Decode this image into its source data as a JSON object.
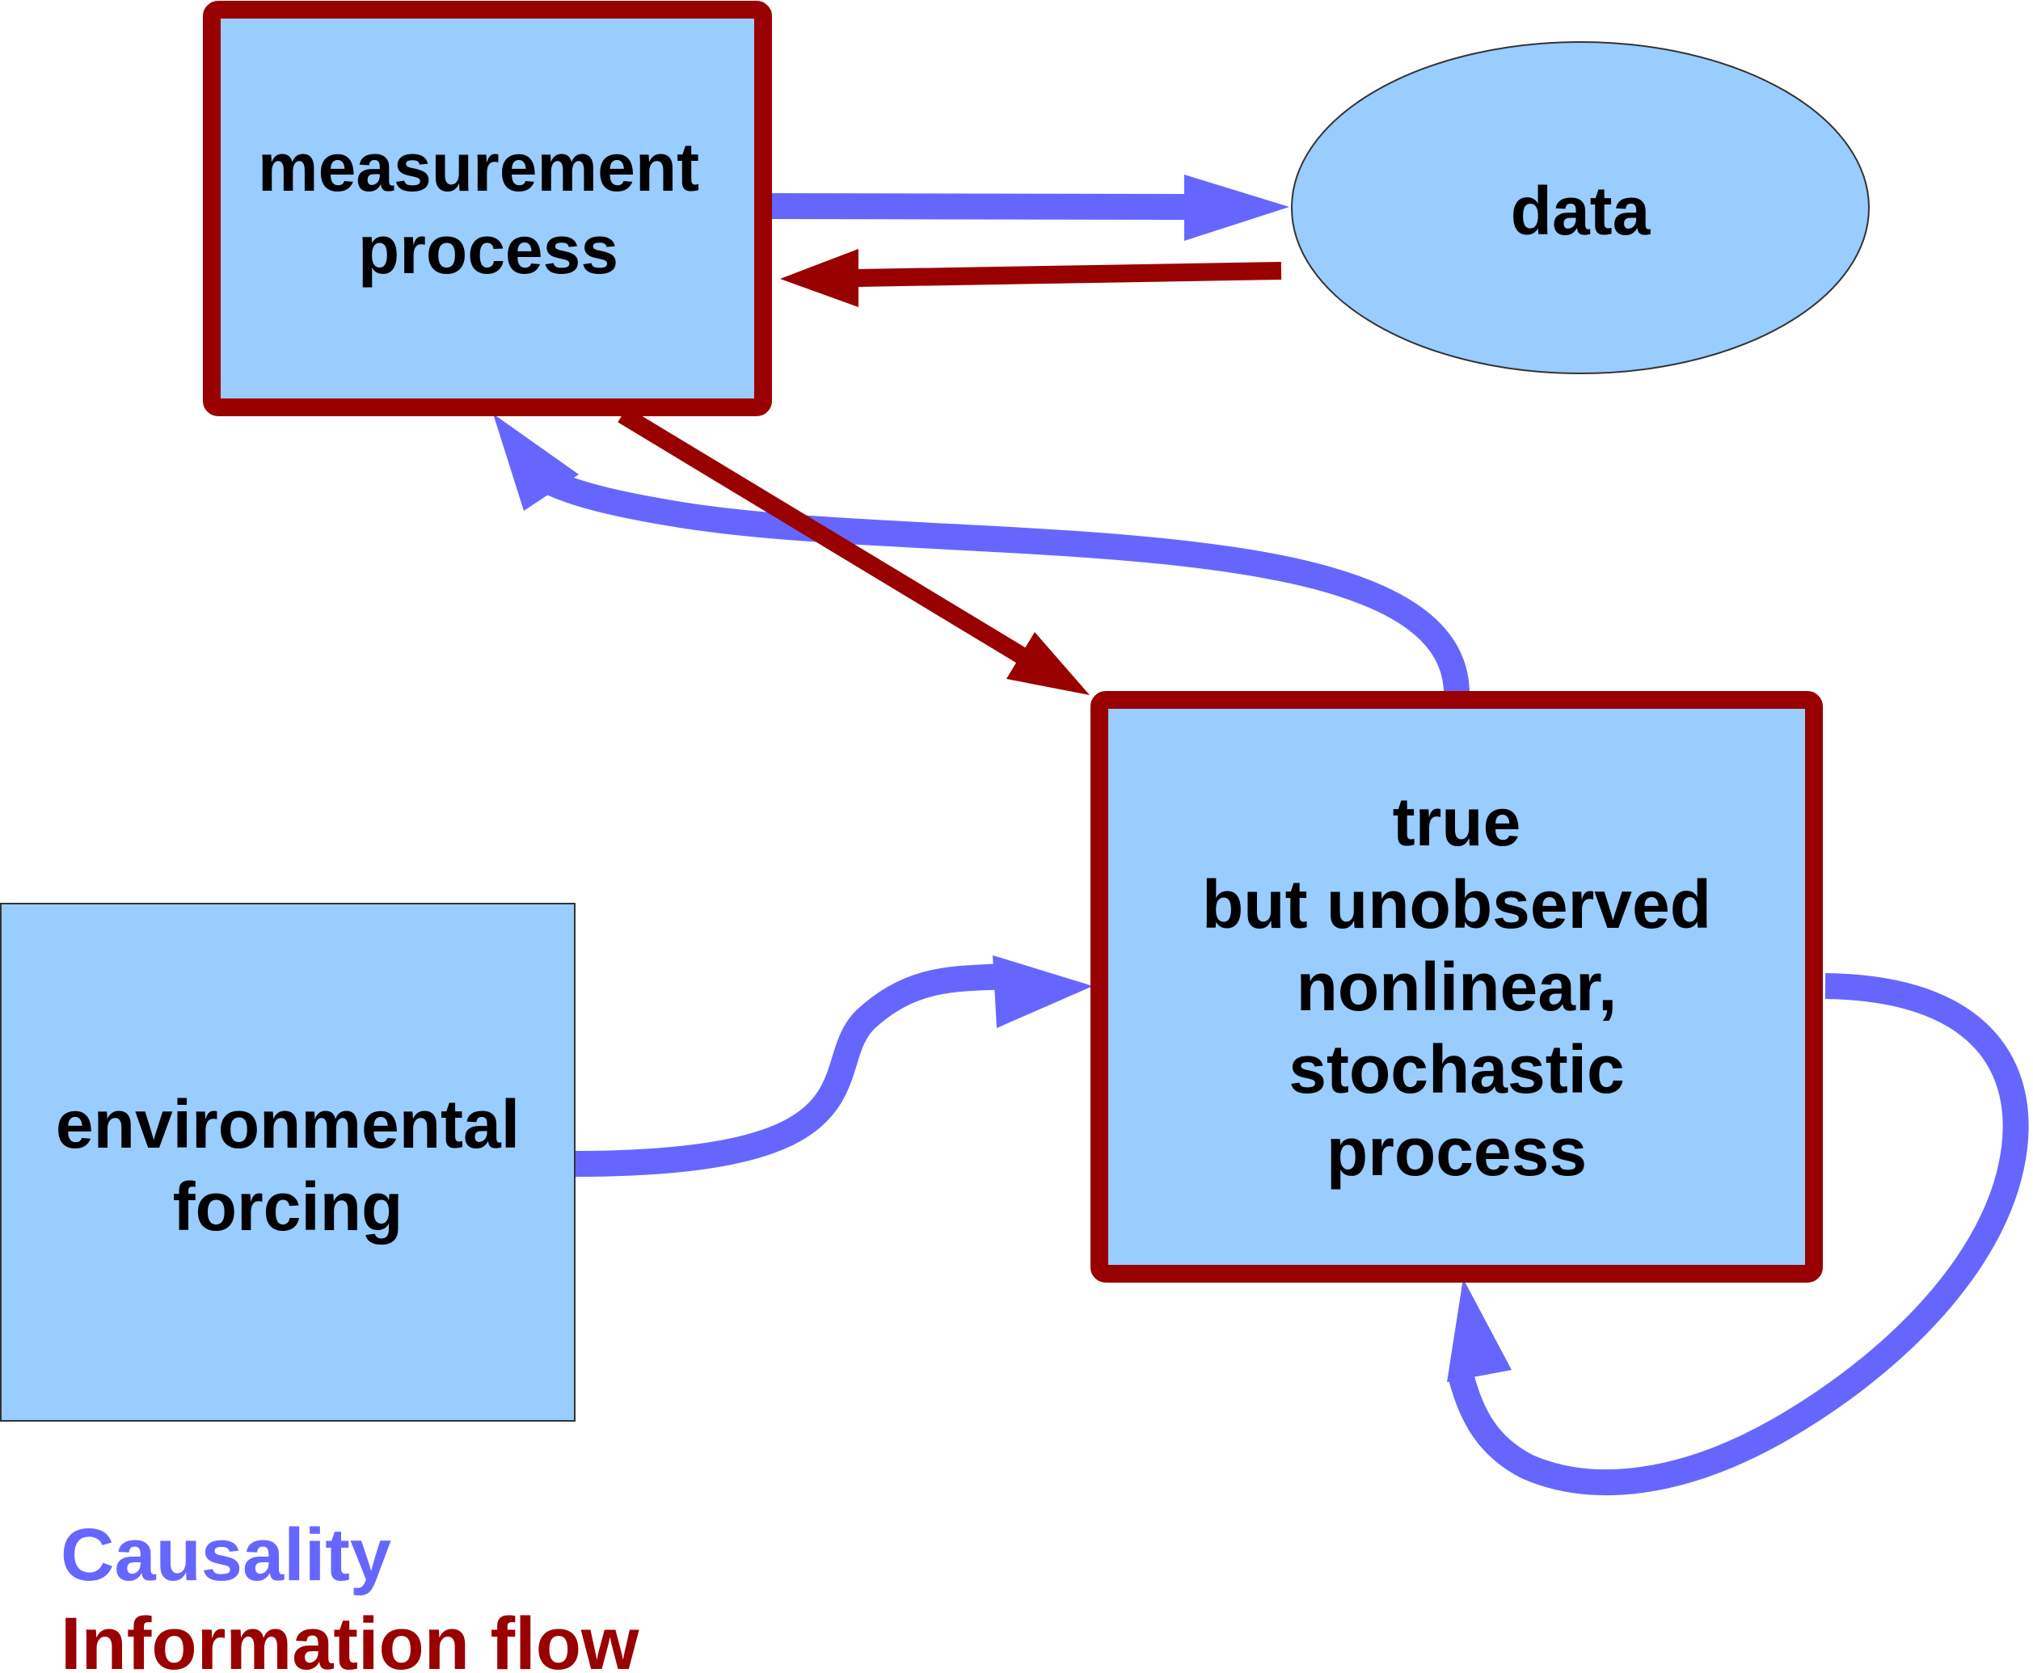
{
  "nodes": {
    "measurement": {
      "line1": "measurement",
      "line2": "process"
    },
    "data": {
      "label": "data"
    },
    "true_process": {
      "line1": "true",
      "line2": "but unobserved",
      "line3": "nonlinear,",
      "line4": "stochastic",
      "line5": "process"
    },
    "forcing": {
      "line1": "environmental",
      "line2": "forcing"
    }
  },
  "legend": {
    "causality": "Causality",
    "information_flow": "Information flow"
  },
  "colors": {
    "causality": "#6666ff",
    "information_flow": "#990000",
    "box_fill": "#99ccff",
    "box_border_thin": "#333333"
  }
}
